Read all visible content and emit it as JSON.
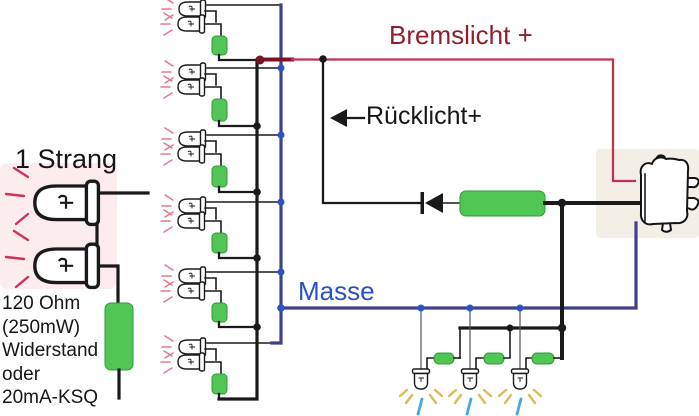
{
  "left_panel": {
    "title": "1 Strang",
    "note_lines": [
      "120 Ohm",
      "(250mW)",
      "Widerstand",
      "oder",
      "20mA-KSQ"
    ]
  },
  "wire_labels": {
    "brake": "Bremslicht +",
    "tail": "Rücklicht+",
    "ground": "Masse"
  },
  "figure": {
    "type": "wiring-diagram",
    "main_led_strands": 6,
    "leds_per_strand": 2,
    "resistors_per_strand": 1,
    "tail_light_leds": 3,
    "tail_light_resistors": 3,
    "diodes": 1,
    "connectors": 1
  },
  "colors": {
    "wire_black": "#1a1a1a",
    "bus_blue": "#40408c",
    "junction_blue": "#2d52c6",
    "wire_red": "#c4314e",
    "dark_red": "#7a1424",
    "text_red": "#8e1f2b",
    "text_blue": "#2b4fc8",
    "resistor_green": "#52c654",
    "resistor_border": "#2f9a38",
    "ray_pink": "#e8788c",
    "ray_crimson": "#cc3355",
    "ray_tan": "#ddb95a",
    "ray_blue": "#45a8e0",
    "bg_pink": "#fcecee",
    "bg_beige": "#f3efe7"
  }
}
